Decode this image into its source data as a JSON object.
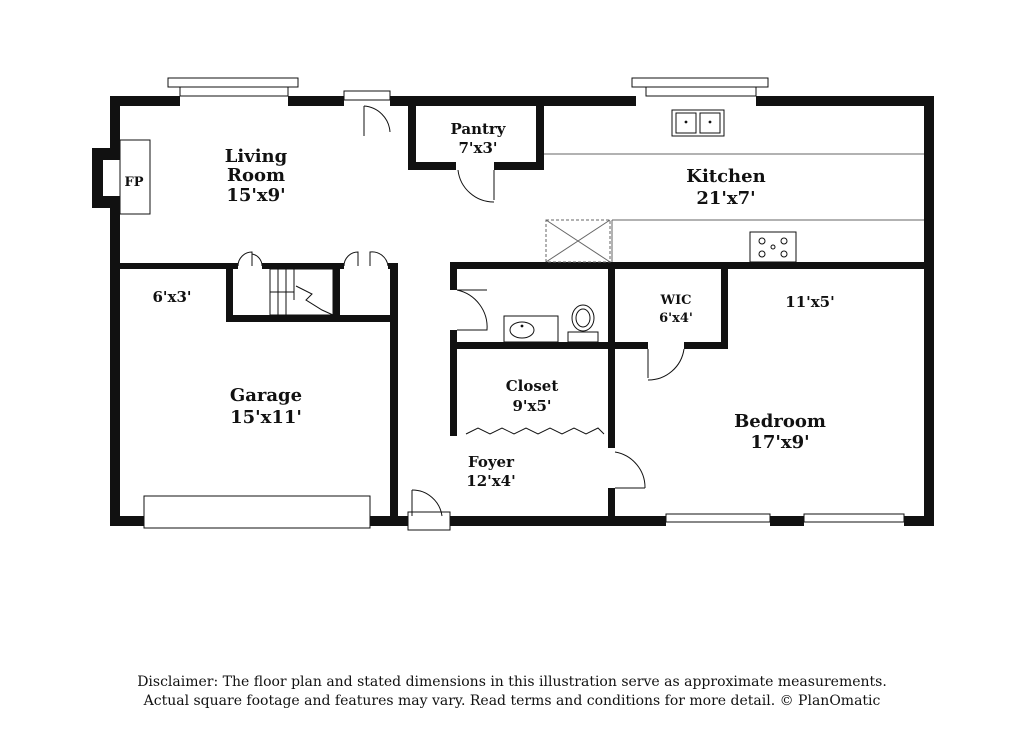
{
  "rooms": {
    "living_room": {
      "name_line1": "Living",
      "name_line2": "Room",
      "dims": "15'x9'"
    },
    "fireplace": {
      "label": "FP"
    },
    "pantry": {
      "name": "Pantry",
      "dims": "7'x3'"
    },
    "kitchen": {
      "name": "Kitchen",
      "dims": "21'x7'"
    },
    "storage": {
      "dims": "6'x3'"
    },
    "garage": {
      "name": "Garage",
      "dims": "15'x11'"
    },
    "closet": {
      "name": "Closet",
      "dims": "9'x5'"
    },
    "foyer": {
      "name": "Foyer",
      "dims": "12'x4'"
    },
    "wic": {
      "name": "WIC",
      "dims": "6'x4'"
    },
    "bedroom_alcove": {
      "dims": "11'x5'"
    },
    "bedroom": {
      "name": "Bedroom",
      "dims": "17'x9'"
    }
  },
  "disclaimer": {
    "line1": "Disclaimer: The floor plan and stated dimensions in this illustration serve as approximate measurements.",
    "line2": "Actual square footage and features may vary. Read terms and conditions for more detail. © PlanOmatic"
  }
}
